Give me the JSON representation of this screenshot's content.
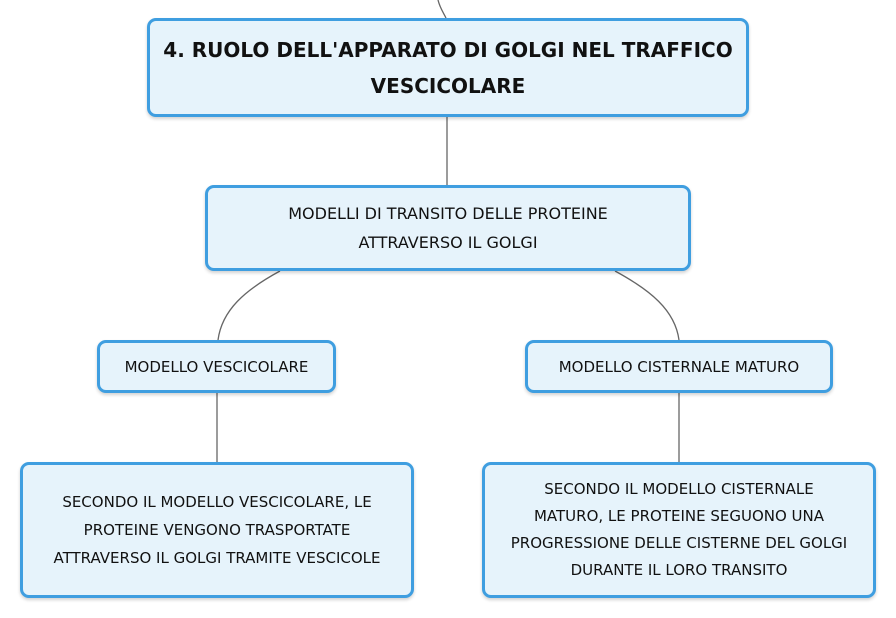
{
  "diagram": {
    "nodes": {
      "main": "4. RUOLO DELL'APPARATO DI GOLGI NEL TRAFFICO\nVESCICOLARE",
      "models": "MODELLI DI TRANSITO DELLE PROTEINE\nATTRAVERSO IL GOLGI",
      "vesicular": "MODELLO VESCICOLARE",
      "cisternal": "MODELLO CISTERNALE MATURO",
      "vesicular_desc": "SECONDO IL MODELLO VESCICOLARE, LE\nPROTEINE VENGONO TRASPORTATE\nATTRAVERSO IL GOLGI TRAMITE VESCICOLE",
      "cisternal_desc": "SECONDO IL MODELLO CISTERNALE\nMATURO, LE PROTEINE SEGUONO UNA\nPROGRESSIONE DELLE CISTERNE DEL GOLGI\nDURANTE IL LORO TRANSITO"
    },
    "colors": {
      "node_fill": "#e6f3fb",
      "node_border": "#3f9ee0",
      "connector": "#666666"
    }
  }
}
